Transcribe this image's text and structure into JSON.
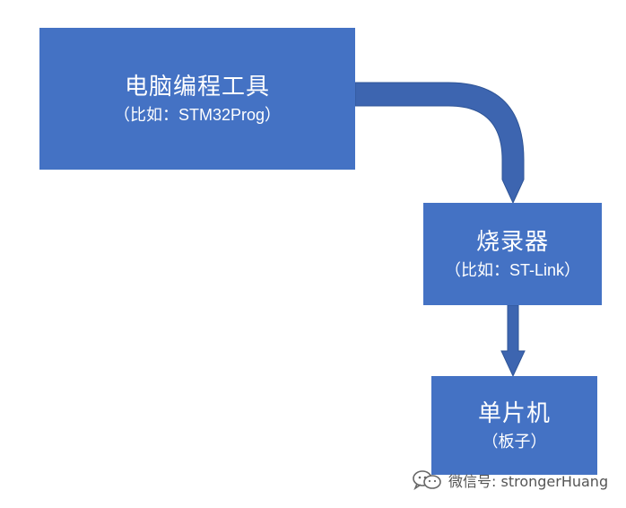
{
  "diagram": {
    "colors": {
      "box_fill": "#4472c4",
      "arrow_fill": "#3d65b0",
      "text": "#ffffff"
    },
    "nodes": [
      {
        "id": "pc",
        "title": "电脑编程工具",
        "subtitle": "（比如：STM32Prog）"
      },
      {
        "id": "programmer",
        "title": "烧录器",
        "subtitle": "（比如：ST-Link）"
      },
      {
        "id": "mcu",
        "title": "单片机",
        "subtitle": "（板子）"
      }
    ],
    "edges": [
      {
        "from": "pc",
        "to": "programmer",
        "style": "curved-arrow"
      },
      {
        "from": "programmer",
        "to": "mcu",
        "style": "straight-arrow"
      }
    ]
  },
  "watermark": {
    "icon": "wechat-icon",
    "text": "微信号: strongerHuang"
  }
}
